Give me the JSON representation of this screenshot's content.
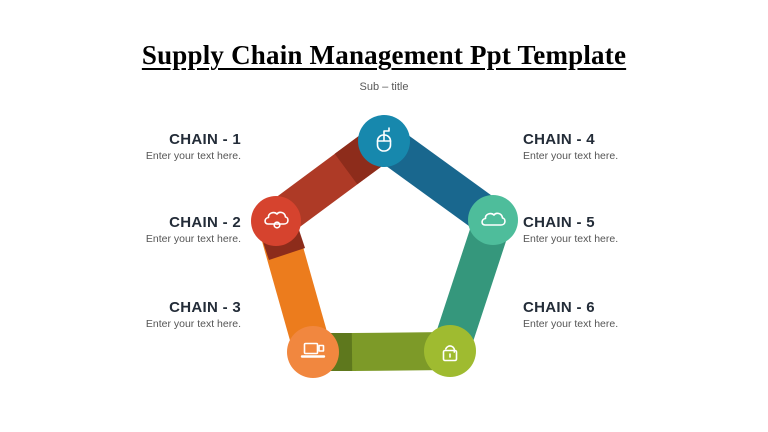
{
  "title": "Supply Chain Management Ppt Template",
  "subtitle": "Sub – title",
  "items": [
    {
      "label": "CHAIN - 1",
      "desc": "Enter your text here."
    },
    {
      "label": "CHAIN - 2",
      "desc": "Enter your text here."
    },
    {
      "label": "CHAIN - 3",
      "desc": "Enter your text here."
    },
    {
      "label": "CHAIN - 4",
      "desc": "Enter your text here."
    },
    {
      "label": "CHAIN - 5",
      "desc": "Enter your text here."
    },
    {
      "label": "CHAIN - 6",
      "desc": "Enter your text here."
    }
  ],
  "diagram": {
    "nodes": [
      {
        "icon": "mouse-icon",
        "position": "top",
        "color": "#1788ad"
      },
      {
        "icon": "cloud-sync-icon",
        "position": "left",
        "color": "#d6432e"
      },
      {
        "icon": "cloud-icon",
        "position": "right",
        "color": "#4ebd9b"
      },
      {
        "icon": "laptop-icon",
        "position": "bottom-left",
        "color": "#f1873f"
      },
      {
        "icon": "unlock-icon",
        "position": "bottom-right",
        "color": "#9fbb30"
      }
    ]
  },
  "colors": {
    "background": "#ffffff",
    "title_text": "#000000",
    "subtitle_text": "#595959",
    "heading_text": "#232c38",
    "body_text": "#555555",
    "band_red": "#ae3a26",
    "band_red_dark": "#8d2c1b",
    "band_blue": "#19678e",
    "band_teal": "#35977c",
    "band_olive": "#7d9a28",
    "band_olive_dark": "#5e781d",
    "band_orange": "#ec7c1d",
    "icon_stroke": "#ffffff"
  }
}
